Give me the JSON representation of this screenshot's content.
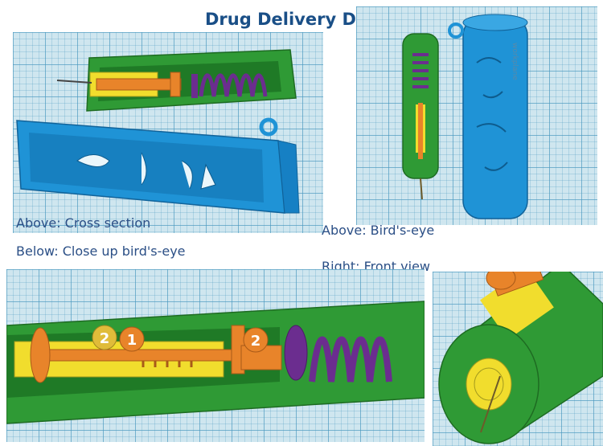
{
  "title": "Drug Delivery Device",
  "captions": {
    "cross_section": "Above: Cross section",
    "closeup": "Below: Close up bird's-eye",
    "birdseye": "Above: Bird's-eye",
    "front": "Right: Front view"
  },
  "badges": [
    "2",
    "1",
    "2"
  ],
  "watermark": "workplane",
  "colors": {
    "title_text": "#1a4f87",
    "caption_text": "#2b4f86",
    "housing_green": "#2f9a35",
    "cap_blue": "#1f93d6",
    "plunger_orange": "#e8842a",
    "barrel_yellow": "#f1dd2d",
    "spring_purple": "#6b2d8f",
    "grid_background": "#cfe6ef"
  }
}
